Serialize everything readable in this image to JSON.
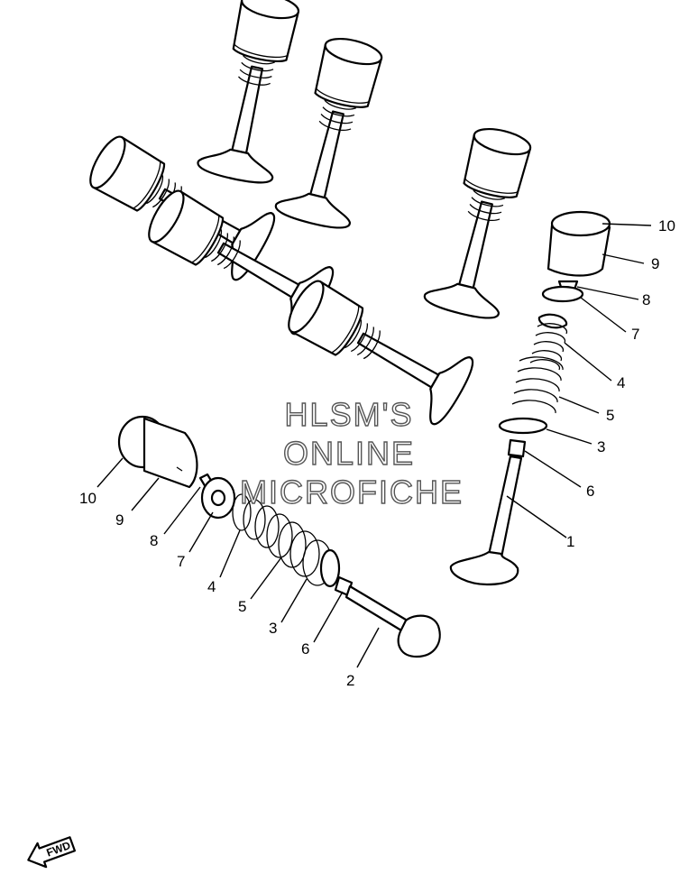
{
  "watermark": {
    "line1": "HLSM'S",
    "line2": "ONLINE",
    "line3": "MICROFICHE",
    "color": "#555555"
  },
  "callouts": {
    "right": {
      "n10": "10",
      "n9": "9",
      "n8": "8",
      "n7": "7",
      "n4": "4",
      "n5": "5",
      "n3": "3",
      "n6": "6",
      "n1": "1"
    },
    "left": {
      "n10": "10",
      "n9": "9",
      "n8": "8",
      "n7": "7",
      "n4": "4",
      "n5": "5",
      "n3": "3",
      "n6": "6",
      "n2": "2"
    }
  },
  "direction_marker": {
    "label": "FWD",
    "icon": "arrow-fwd-icon"
  }
}
